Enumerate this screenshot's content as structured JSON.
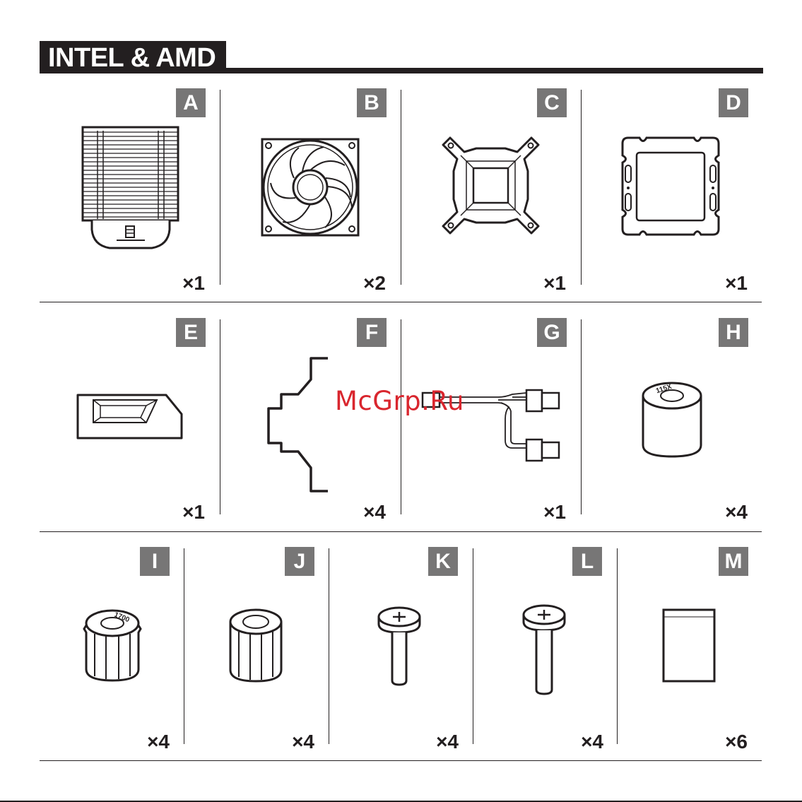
{
  "header": {
    "title": "INTEL & AMD"
  },
  "watermark": "McGrp.Ru",
  "colors": {
    "ink": "#231f20",
    "badge": "#777676",
    "watermark": "#d9262e"
  },
  "parts": [
    {
      "letter": "A",
      "quantity": "×1",
      "icon": "heatsink-tower-icon"
    },
    {
      "letter": "B",
      "quantity": "×2",
      "icon": "fan-icon"
    },
    {
      "letter": "C",
      "quantity": "×1",
      "icon": "intel-mounting-bracket-icon"
    },
    {
      "letter": "D",
      "quantity": "×1",
      "icon": "backplate-icon"
    },
    {
      "letter": "E",
      "quantity": "×1",
      "icon": "thermal-paste-pad-icon"
    },
    {
      "letter": "F",
      "quantity": "×4",
      "icon": "fan-clip-icon"
    },
    {
      "letter": "G",
      "quantity": "×1",
      "icon": "fan-splitter-cable-icon"
    },
    {
      "letter": "H",
      "quantity": "×4",
      "icon": "standoff-115x-icon"
    },
    {
      "letter": "I",
      "quantity": "×4",
      "icon": "standoff-1700-icon"
    },
    {
      "letter": "J",
      "quantity": "×4",
      "icon": "standoff-amd-icon"
    },
    {
      "letter": "K",
      "quantity": "×4",
      "icon": "short-screw-icon"
    },
    {
      "letter": "L",
      "quantity": "×4",
      "icon": "long-screw-icon"
    },
    {
      "letter": "M",
      "quantity": "×6",
      "icon": "thermal-pad-sheet-icon"
    }
  ],
  "labels": {
    "standoff_h": "115X",
    "standoff_i": "1700"
  }
}
